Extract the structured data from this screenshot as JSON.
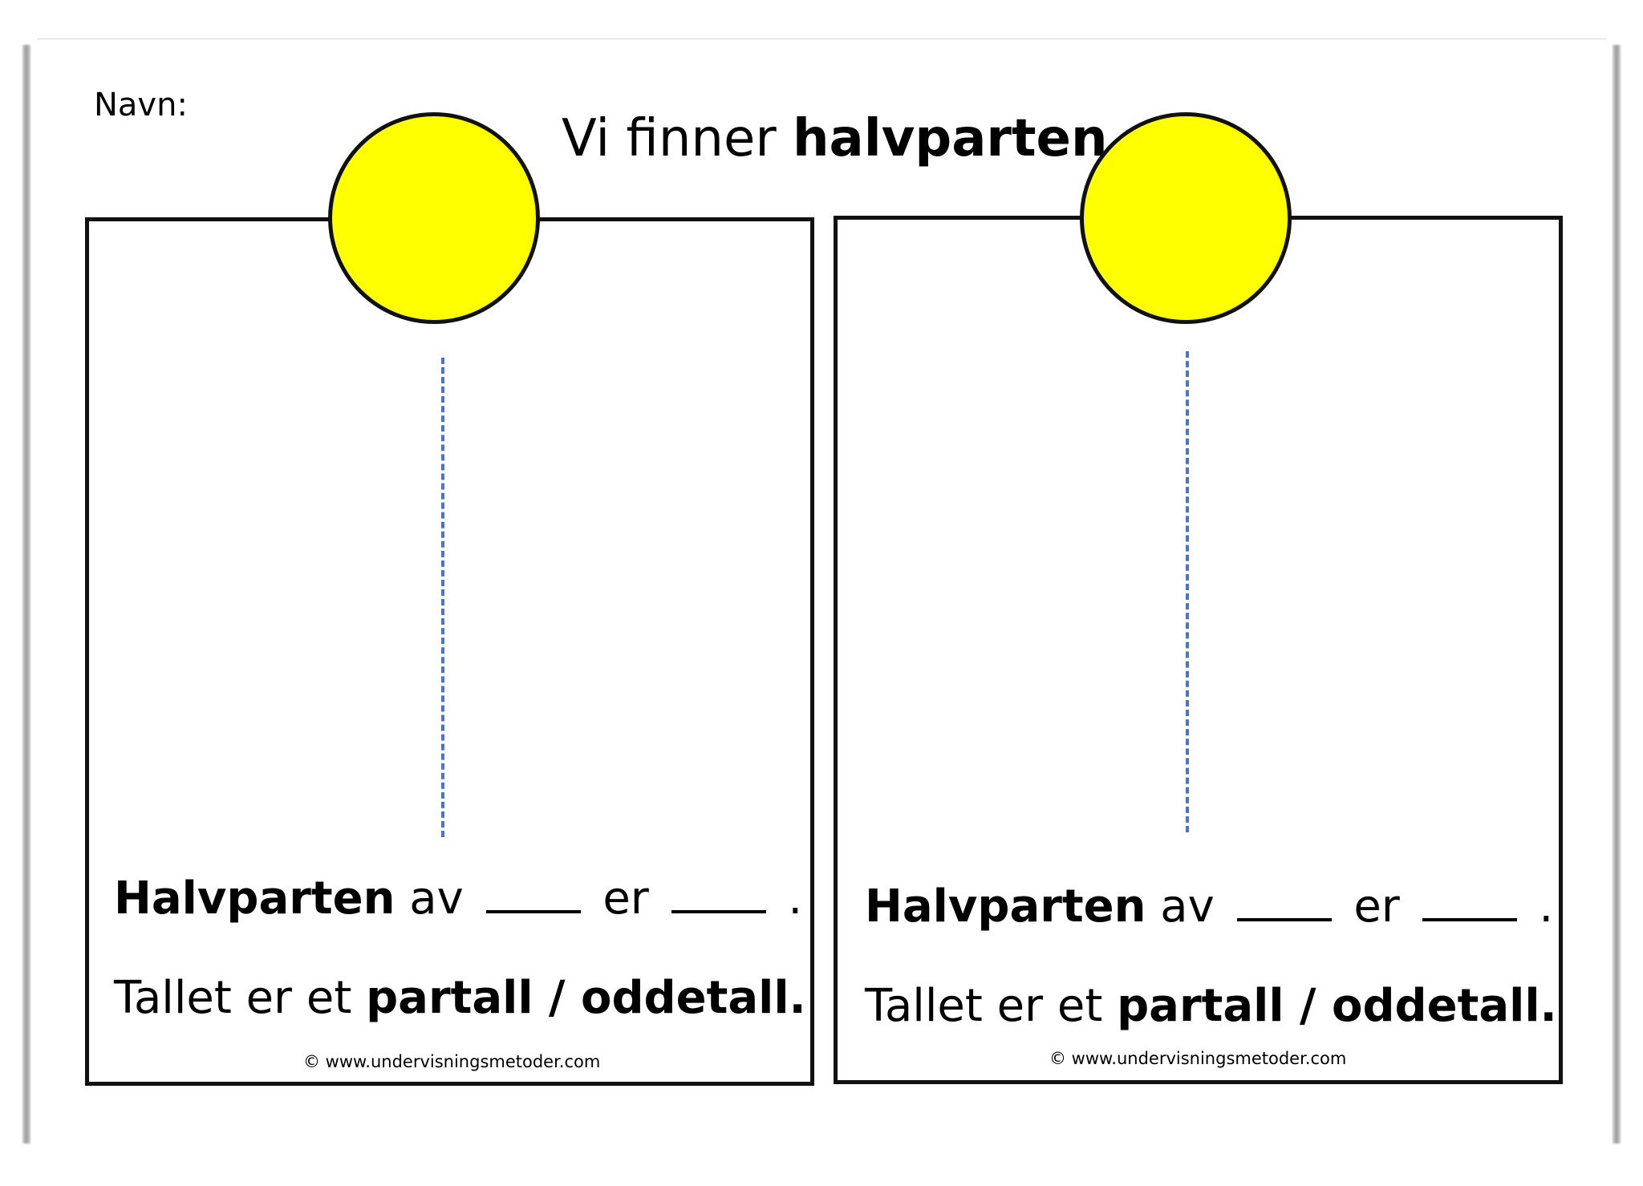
{
  "header": {
    "name_label": "Navn:",
    "title_regular": "Vi finner ",
    "title_bold": "halvparten"
  },
  "cards": [
    {
      "sentence1": {
        "bold": "Halvparten",
        "av": " av ",
        "er": " er ",
        "end": " ."
      },
      "sentence2": {
        "regular": "Tallet er et ",
        "bold": "partall / oddetall."
      },
      "copyright": "© www.undervisningsmetoder.com"
    },
    {
      "sentence1": {
        "bold": "Halvparten",
        "av": " av ",
        "er": " er ",
        "end": " ."
      },
      "sentence2": {
        "regular": "Tallet er et ",
        "bold": "partall / oddetall."
      },
      "copyright": "© www.undervisningsmetoder.com"
    }
  ],
  "colors": {
    "circle_fill": "#ffff00",
    "dash_line": "#4a74c4",
    "border": "#111111"
  }
}
